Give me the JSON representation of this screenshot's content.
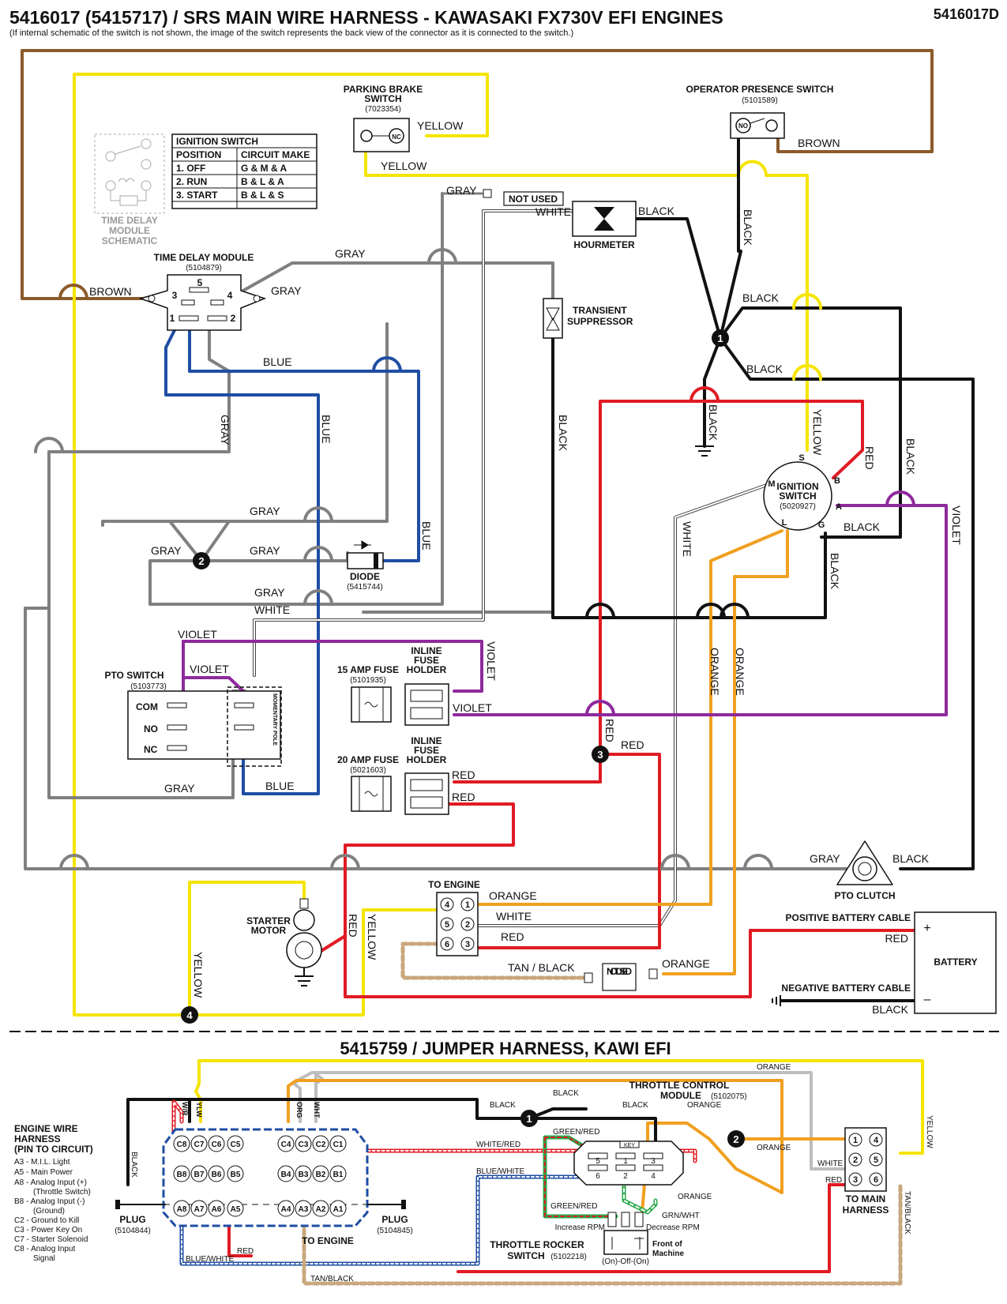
{
  "header": {
    "title": "5416017 (5415717) / SRS MAIN WIRE HARNESS - KAWASAKI FX730V EFI ENGINES",
    "drawing_number": "5416017D",
    "note": "(If internal schematic of the switch is not shown, the image of the switch represents the back view of the connector as it is connected to the switch.)"
  },
  "colors": {
    "brown": "#8b5a2b",
    "yellow": "#f5e400",
    "gray": "#808080",
    "blue": "#1f4ea3",
    "black": "#111111",
    "red": "#e01b24",
    "orange": "#f0a020",
    "violet": "#8e2a9c",
    "white_wire": "#bdbdbd",
    "tan": "#c9a77c",
    "green": "#2aa84a"
  },
  "wire_labels": {
    "yellow": "YELLOW",
    "brown": "BROWN",
    "gray": "GRAY",
    "blue": "BLUE",
    "black": "BLACK",
    "red": "RED",
    "orange": "ORANGE",
    "violet": "VIOLET",
    "white": "WHITE",
    "tan_black": "TAN / BLACK"
  },
  "ignition_table": {
    "title": "IGNITION SWITCH",
    "headers": [
      "POSITION",
      "CIRCUIT MAKE"
    ],
    "rows": [
      [
        "1. OFF",
        "G & M & A"
      ],
      [
        "2. RUN",
        "B & L & A"
      ],
      [
        "3. START",
        "B & L & S"
      ]
    ]
  },
  "time_delay_schematic_label": [
    "TIME DELAY",
    "MODULE",
    "SCHEMATIC"
  ],
  "components": {
    "parking_brake": {
      "name": [
        "PARKING BRAKE",
        "SWITCH"
      ],
      "part": "(7023354)",
      "contact": "NC"
    },
    "operator_presence": {
      "name": "OPERATOR PRESENCE SWITCH",
      "part": "(5101589)",
      "contact": "NO"
    },
    "time_delay": {
      "name": "TIME DELAY MODULE",
      "part": "(5104879)",
      "pins": [
        "5",
        "3",
        "4",
        "1",
        "2"
      ]
    },
    "not_used": "NOT USED",
    "hourmeter": "HOURMETER",
    "suppressor": [
      "TRANSIENT",
      "SUPPRESSOR"
    ],
    "ignition_switch": {
      "name": [
        "IGNITION",
        "SWITCH"
      ],
      "part": "(5020927)",
      "pins": [
        "S",
        "B",
        "M",
        "A",
        "L",
        "G"
      ]
    },
    "diode": {
      "name": "DIODE",
      "part": "(5415744)"
    },
    "pto_switch": {
      "name": "PTO SWITCH",
      "part": "(5103773)",
      "terminals": [
        "COM",
        "NO",
        "NC"
      ],
      "pole": "MOMENTARY POLE"
    },
    "fuse15": {
      "name": "15 AMP FUSE",
      "part": "(5101935)"
    },
    "fuse20": {
      "name": "20 AMP FUSE",
      "part": "(5021603)"
    },
    "fuse_holder": [
      "INLINE",
      "FUSE",
      "HOLDER"
    ],
    "starter": [
      "STARTER",
      "MOTOR"
    ],
    "to_engine": {
      "name": "TO ENGINE",
      "pins": [
        "4",
        "1",
        "5",
        "2",
        "6",
        "3"
      ]
    },
    "pto_clutch": "PTO CLUTCH",
    "battery": {
      "name": "BATTERY",
      "positive": "POSITIVE BATTERY CABLE",
      "negative": "NEGATIVE BATTERY CABLE",
      "plus": "+",
      "minus": "–"
    },
    "splices": [
      "1",
      "2",
      "3",
      "4"
    ]
  },
  "jumper": {
    "title": "5415759 / JUMPER HARNESS, KAWI EFI",
    "legend_title": [
      "ENGINE WIRE",
      "HARNESS",
      "(PIN TO CIRCUIT)"
    ],
    "legend": [
      "A3 - M.I.L. Light",
      "A5 - Main Power",
      "A8 - Analog Input (+)",
      "(Throttle Switch)",
      "B8 - Analog Input (-)",
      "(Ground)",
      "C2 - Ground to Kill",
      "C3 - Power Key On",
      "C7 - Starter Solenoid",
      "C8 - Analog Input",
      "Signal"
    ],
    "plug_left": {
      "name": "PLUG",
      "part": "(5104844)"
    },
    "plug_right": {
      "name": "PLUG",
      "part": "(5104845)"
    },
    "to_engine": "TO ENGINE",
    "pins_top": [
      "C8",
      "C7",
      "C6",
      "C5",
      "C4",
      "C3",
      "C2",
      "C1"
    ],
    "pins_mid": [
      "B8",
      "B7",
      "B6",
      "B5",
      "B4",
      "B3",
      "B2",
      "B1"
    ],
    "pins_bot": [
      "A8",
      "A7",
      "A6",
      "A5",
      "A4",
      "A3",
      "A2",
      "A1"
    ],
    "wire_tags": [
      "W/R",
      "YLW",
      "ORG",
      "WHT"
    ],
    "throttle_module": {
      "name": [
        "THROTTLE CONTROL",
        "MODULE"
      ],
      "part": "(5102075)",
      "key": "KEY",
      "pins": [
        "5",
        "1",
        "3",
        "6",
        "2",
        "4"
      ]
    },
    "rocker": {
      "name": [
        "THROTTLE ROCKER",
        "SWITCH"
      ],
      "part": "(5102218)",
      "positions": "(On)-Off-(On)",
      "inc": "Increase RPM",
      "dec": "Decrease RPM",
      "front": [
        "Front of",
        "Machine"
      ]
    },
    "main_harness": {
      "name": [
        "TO MAIN",
        "HARNESS"
      ],
      "pins": [
        "1",
        "4",
        "2",
        "5",
        "3",
        "6"
      ]
    },
    "labels": {
      "black": "BLACK",
      "orange": "ORANGE",
      "green_red": "GREEN/RED",
      "white_red": "WHITE/RED",
      "blue_white": "BLUE/WHITE",
      "grn_wht": "GRN/WHT",
      "red": "RED",
      "white": "WHITE",
      "yellow": "YELLOW",
      "tan_black": "TAN/BLACK"
    }
  }
}
